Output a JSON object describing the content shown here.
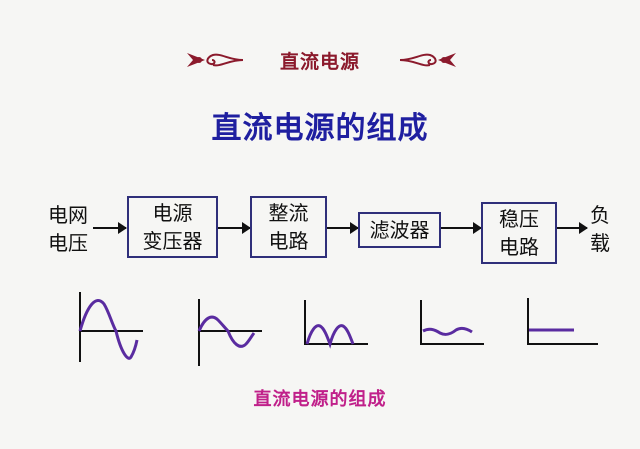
{
  "header": {
    "title": "直流电源"
  },
  "main_title": "直流电源的组成",
  "input_label": "电网\n电压",
  "output_label": "负\n载",
  "blocks": [
    {
      "label": "电源\n变压器"
    },
    {
      "label": "整流\n电路"
    },
    {
      "label": "滤波器"
    },
    {
      "label": "稳压\n电路"
    }
  ],
  "waveforms": [
    {
      "stage": "电网电压",
      "shape": "sine"
    },
    {
      "stage": "电源变压器",
      "shape": "sine"
    },
    {
      "stage": "整流电路",
      "shape": "full-wave-rectified"
    },
    {
      "stage": "滤波器",
      "shape": "ripple-dc"
    },
    {
      "stage": "稳压电路",
      "shape": "flat-dc"
    }
  ],
  "caption": "直流电源的组成",
  "colors": {
    "header": "#8b1a2c",
    "title": "#1f1fa0",
    "caption": "#c0208a",
    "block_border": "#2f2f7a",
    "waveform": "#5a2ca0",
    "axis": "#111111"
  }
}
